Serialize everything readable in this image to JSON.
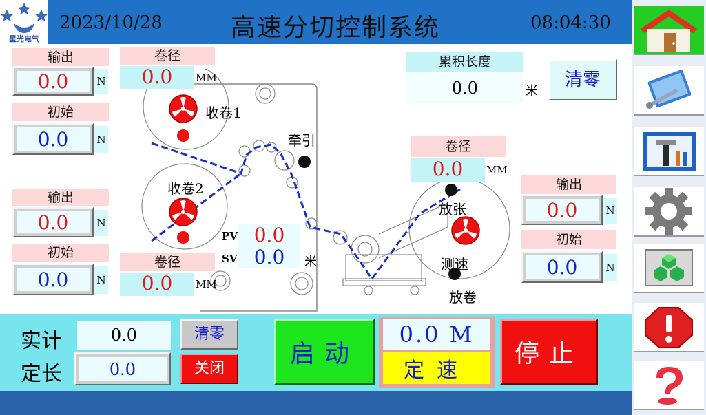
{
  "header": {
    "logo_text": "星光电气",
    "date": "2023/10/28",
    "title": "高速分切控制系统",
    "time": "08:04:30"
  },
  "nav": [
    {
      "name": "home-icon"
    },
    {
      "name": "tools-icon"
    },
    {
      "name": "toolbox-icon"
    },
    {
      "name": "gear-icon"
    },
    {
      "name": "cubes-icon"
    },
    {
      "name": "alarm-icon"
    },
    {
      "name": "help-icon"
    }
  ],
  "left_panels": {
    "winder1_output": {
      "label": "输出",
      "value": "0.0",
      "unit": "N"
    },
    "winder1_initial": {
      "label": "初始",
      "value": "0.0",
      "unit": "N"
    },
    "winder2_output": {
      "label": "输出",
      "value": "0.0",
      "unit": "N"
    },
    "winder2_initial": {
      "label": "初始",
      "value": "0.0",
      "unit": "N"
    }
  },
  "winder1_diameter": {
    "label": "卷径",
    "value": "0.0",
    "unit": "MM"
  },
  "winder2_diameter": {
    "label": "卷径",
    "value": "0.0",
    "unit": "MM"
  },
  "unwind_diameter": {
    "label": "卷径",
    "value": "0.0",
    "unit": "MM"
  },
  "unwind_output": {
    "label": "输出",
    "value": "0.0",
    "unit": "N"
  },
  "unwind_initial": {
    "label": "初始",
    "value": "0.0",
    "unit": "N"
  },
  "cumulative": {
    "label": "累积长度",
    "value": "0.0",
    "unit": "米",
    "clear_label": "清零"
  },
  "diagram": {
    "winder1": "收卷1",
    "winder2": "收卷2",
    "traction": "牵引",
    "tension": "放张",
    "speed": "测速",
    "unwind": "放卷",
    "pv_label": "PV",
    "pv_value": "0.0",
    "sv_label": "SV",
    "sv_value": "0.0",
    "pvsv_unit": "米"
  },
  "bottom": {
    "actual_label": "实计",
    "actual_value": "0.0",
    "clear_label": "清零",
    "length_label": "定长",
    "length_value": "0.0",
    "close_label": "关闭",
    "start_label": "启动",
    "speed_value": "0.0 M",
    "speed_mode": "定速",
    "stop_label": "停止"
  },
  "colors": {
    "header": "#1f72c6",
    "bottom_bar": "#78e4ee",
    "status_bar": "#2962a8",
    "start": "#1ee61e",
    "stop": "#f01010",
    "mode": "#ffff00",
    "value_red": "#e51616",
    "value_blue": "#1420c8"
  }
}
